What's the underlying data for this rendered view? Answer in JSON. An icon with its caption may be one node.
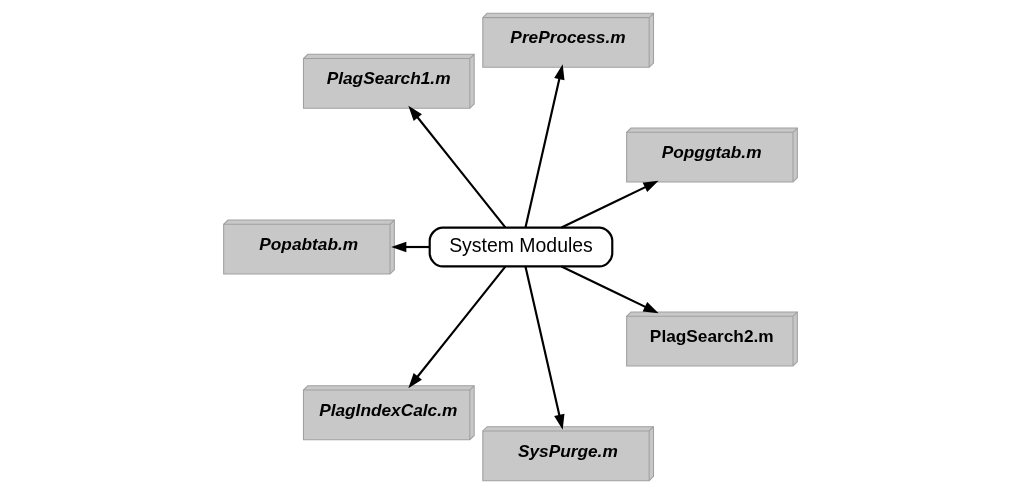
{
  "diagram": {
    "nodes": [
      {
        "text": [
          "Popggtab.m"
        ]
      },
      {
        "text": [
          "PreProcess.m"
        ]
      },
      {
        "text": [
          "PlagSearch1.m"
        ]
      },
      {
        "text": [
          "Popabtab.m"
        ]
      },
      {
        "text": [
          "System Modules"
        ]
      },
      {
        "text": [
          "PlagIndexCalc.m"
        ]
      },
      {
        "text": [
          "SysPurge.m"
        ]
      },
      {
        "text": [
          "PlagSearch2.m"
        ]
      }
    ],
    "edges": [
      {
        "from": 4,
        "to": 0,
        "arrow": "to"
      },
      {
        "from": 4,
        "to": 1,
        "arrow": "to"
      },
      {
        "from": 4,
        "to": 2,
        "arrow": "to"
      },
      {
        "from": 4,
        "to": 3,
        "arrow": "to"
      },
      {
        "from": 4,
        "to": 5,
        "arrow": "to"
      },
      {
        "from": 4,
        "to": 6,
        "arrow": "to"
      },
      {
        "from": 4,
        "to": 7,
        "arrow": "to"
      }
    ]
  }
}
